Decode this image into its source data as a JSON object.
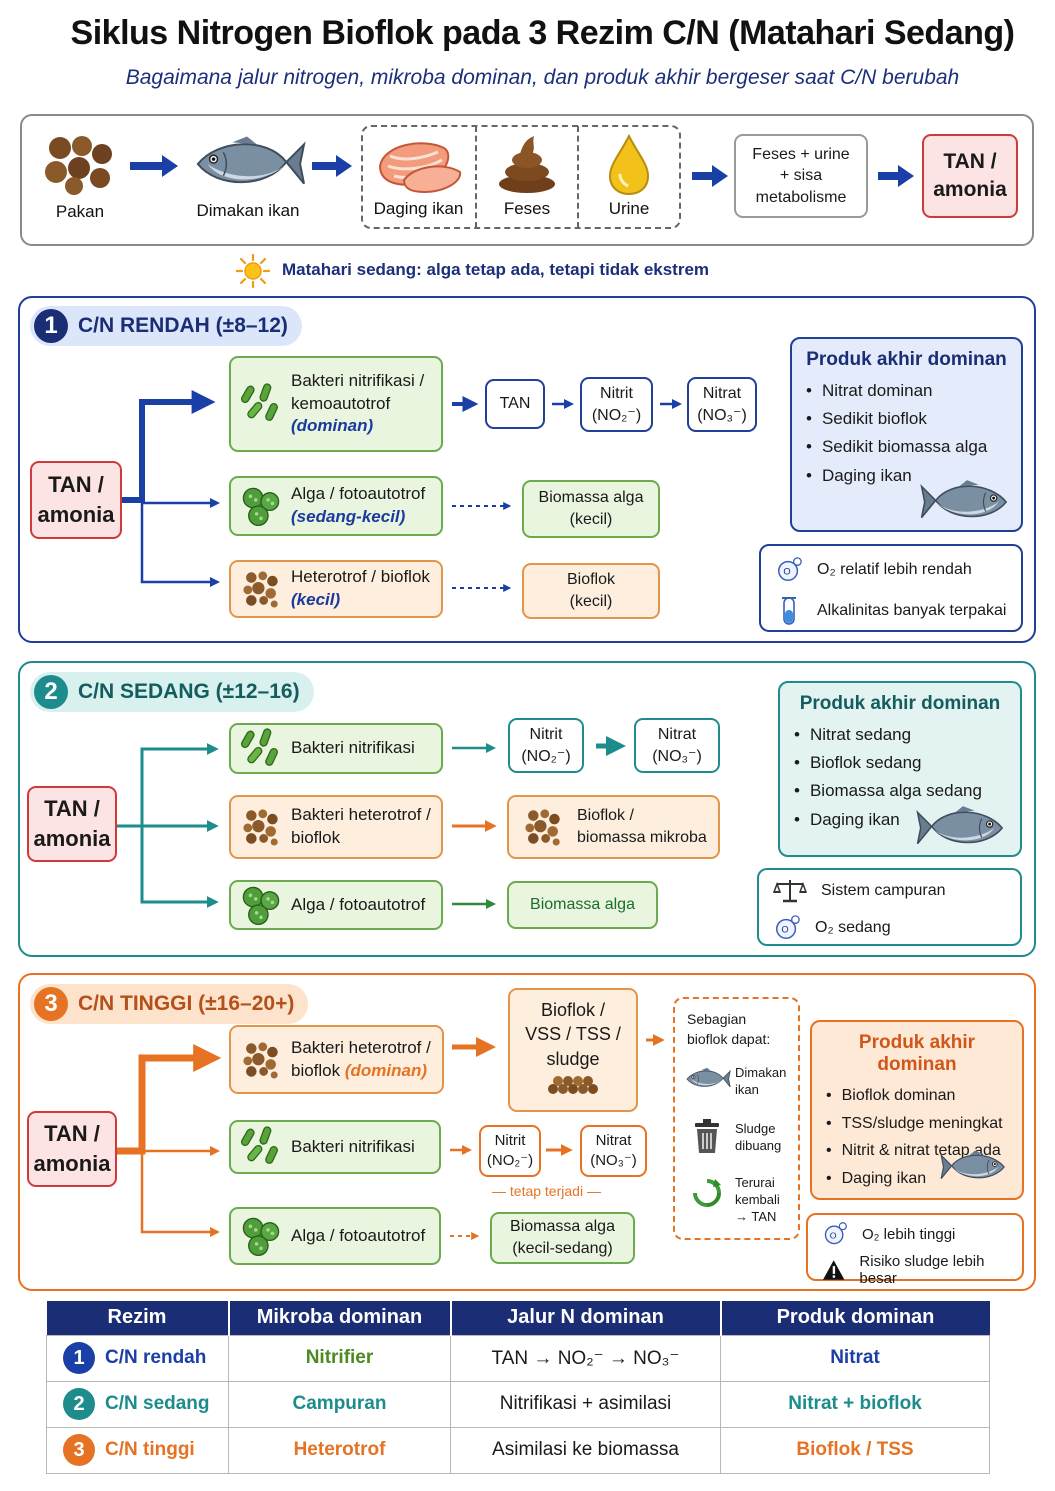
{
  "title": "Siklus Nitrogen Bioflok pada 3 Rezim C/N (Matahari Sedang)",
  "subtitle": "Bagaimana jalur nitrogen, mikroba dominan, dan produk akhir bergeser saat C/N berubah",
  "flow": {
    "pakan": "Pakan",
    "dimakan": "Dimakan ikan",
    "daging": "Daging ikan",
    "feses": "Feses",
    "urine": "Urine",
    "gabung_1": "Feses + urine",
    "gabung_2": "+ sisa",
    "gabung_3": "metabolisme",
    "tan_1": "TAN /",
    "tan_2": "amonia"
  },
  "sun_note": "Matahari sedang: alga tetap ada, tetapi tidak ekstrem",
  "tan_1": "TAN /",
  "tan_2": "amonia",
  "regime1": {
    "num": "1",
    "tag": "C/N RENDAH (±8–12)",
    "nitrif_1": "Bakteri nitrifikasi /",
    "nitrif_2": "kemoautotrof",
    "nitrif_3": "(dominan)",
    "alga_1": "Alga / fotoautotrof",
    "alga_2": "(sedang-kecil)",
    "hetero_1": "Heterotrof / bioflok",
    "hetero_2": "(kecil)",
    "tan": "TAN",
    "nitrit": "Nitrit",
    "nitrit_f": "(NO₂⁻)",
    "nitrat": "Nitrat",
    "nitrat_f": "(NO₃⁻)",
    "bio_alga_1": "Biomassa alga",
    "bio_alga_2": "(kecil)",
    "bioflok_1": "Bioflok",
    "bioflok_2": "(kecil)",
    "produk_title": "Produk akhir dominan",
    "produk": [
      "Nitrat dominan",
      "Sedikit bioflok",
      "Sedikit biomassa alga",
      "Daging ikan"
    ],
    "note_o2": "O₂ relatif lebih rendah",
    "note_alk": "Alkalinitas banyak terpakai"
  },
  "regime2": {
    "num": "2",
    "tag": "C/N SEDANG (±12–16)",
    "nitrif": "Bakteri nitrifikasi",
    "hetero_1": "Bakteri heterotrof /",
    "hetero_2": "bioflok",
    "alga": "Alga / fotoautotrof",
    "nitrit": "Nitrit",
    "nitrit_f": "(NO₂⁻)",
    "nitrat": "Nitrat",
    "nitrat_f": "(NO₃⁻)",
    "bioflok_1": "Bioflok /",
    "bioflok_2": "biomassa mikroba",
    "bio_alga": "Biomassa alga",
    "produk_title": "Produk akhir dominan",
    "produk": [
      "Nitrat sedang",
      "Bioflok sedang",
      "Biomassa alga sedang",
      "Daging ikan"
    ],
    "note_mix": "Sistem campuran",
    "note_o2": "O₂ sedang"
  },
  "regime3": {
    "num": "3",
    "tag": "C/N TINGGI (±16–20+)",
    "hetero_1": "Bakteri heterotrof /",
    "hetero_2": "bioflok",
    "hetero_3": "(dominan)",
    "nitrif": "Bakteri nitrifikasi",
    "alga": "Alga / fotoautotrof",
    "vss_1": "Bioflok /",
    "vss_2": "VSS / TSS /",
    "vss_3": "sludge",
    "nitrit": "Nitrit",
    "nitrit_f": "(NO₂⁻)",
    "nitrat": "Nitrat",
    "nitrat_f": "(NO₃⁻)",
    "tetap": "— tetap terjadi —",
    "bio_alga_1": "Biomassa alga",
    "bio_alga_2": "(kecil-sedang)",
    "sebagian_1": "Sebagian",
    "sebagian_2": "bioflok dapat:",
    "opt_ikan_1": "Dimakan",
    "opt_ikan_2": "ikan",
    "opt_sludge_1": "Sludge",
    "opt_sludge_2": "dibuang",
    "opt_urai_1": "Terurai",
    "opt_urai_2": "kembali",
    "opt_urai_3": "→ TAN",
    "produk_title": "Produk akhir dominan",
    "produk": [
      "Bioflok dominan",
      "TSS/sludge meningkat",
      "Nitrit & nitrat tetap ada",
      "Daging ikan"
    ],
    "note_o2": "O₂ lebih tinggi",
    "note_risk": "Risiko sludge lebih besar"
  },
  "table": {
    "headers": [
      "Rezim",
      "Mikroba dominan",
      "Jalur N dominan",
      "Produk dominan"
    ],
    "rows": [
      {
        "num": "1",
        "rezim": "C/N rendah",
        "mikroba": "Nitrifier",
        "jalur": "TAN → NO₂⁻ → NO₃⁻",
        "produk": "Nitrat"
      },
      {
        "num": "2",
        "rezim": "C/N sedang",
        "mikroba": "Campuran",
        "jalur": "Nitrifikasi + asimilasi",
        "produk": "Nitrat + bioflok"
      },
      {
        "num": "3",
        "rezim": "C/N tinggi",
        "mikroba": "Heterotrof",
        "jalur": "Asimilasi ke biomassa",
        "produk": "Bioflok / TSS"
      }
    ]
  },
  "colors": {
    "navy": "#1a2d75",
    "teal": "#1e8c8c",
    "orange": "#e57323",
    "green": "#6caa4d",
    "red": "#d13a3a"
  }
}
